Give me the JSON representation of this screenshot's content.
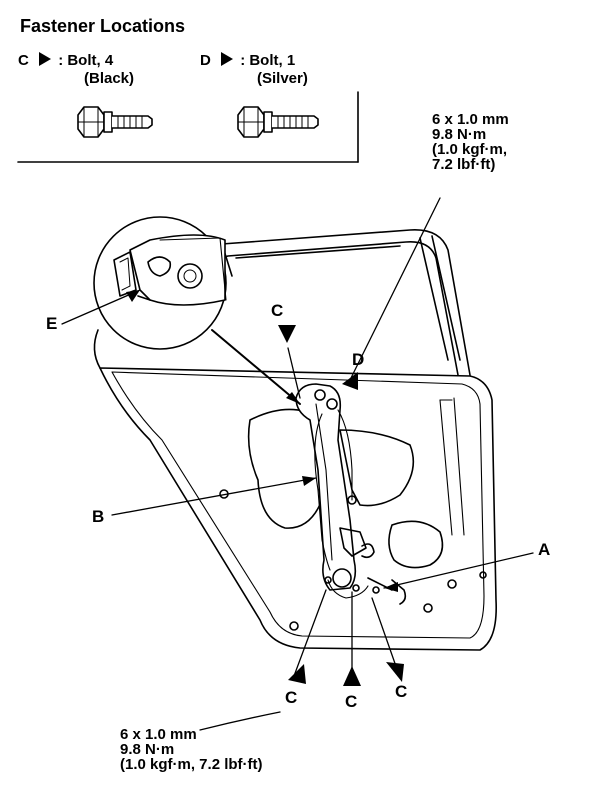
{
  "header": {
    "title": "Fastener Locations",
    "fastener_c_line1": ": Bolt, 4",
    "fastener_c_line2": "(Black)",
    "fastener_d_line1": ": Bolt, 1",
    "fastener_d_line2": "(Silver)",
    "fastener_c_letter": "C",
    "fastener_d_letter": "D"
  },
  "torque_top": [
    "6 x 1.0 mm",
    "9.8 N·m",
    "(1.0 kgf·m,",
    "7.2 lbf·ft)"
  ],
  "torque_bottom": [
    "6 x 1.0 mm",
    "9.8 N·m",
    "(1.0 kgf·m, 7.2 lbf·ft)"
  ],
  "callouts": {
    "a": "A",
    "b": "B",
    "c": "C",
    "d": "D",
    "e": "E"
  }
}
